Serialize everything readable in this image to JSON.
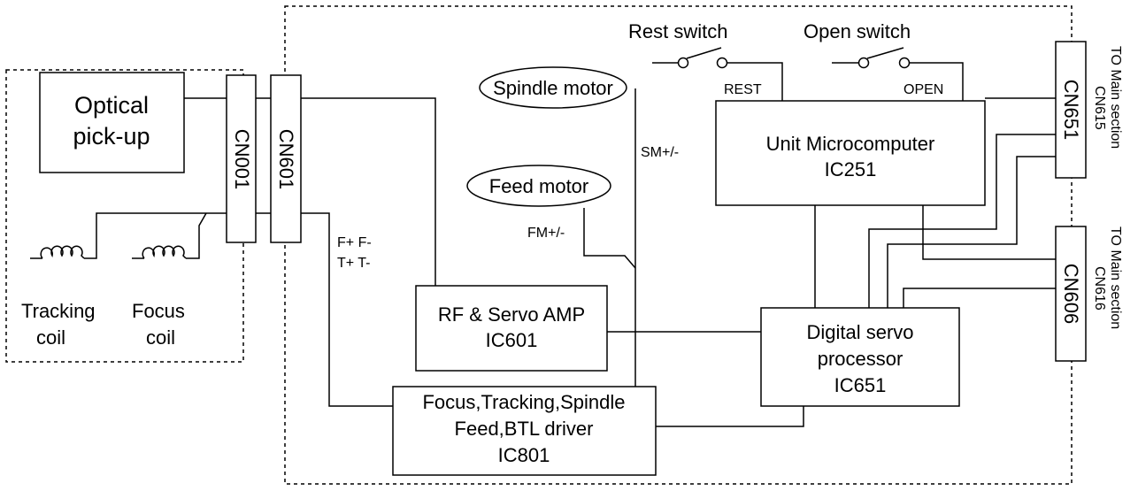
{
  "optical_pickup": [
    "Optical",
    "pick-up"
  ],
  "connectors": {
    "cn001": "CN001",
    "cn601": "CN601",
    "cn651": "CN651",
    "cn606": "CN606"
  },
  "coils": {
    "tracking": [
      "Tracking",
      "coil"
    ],
    "focus": [
      "Focus",
      "coil"
    ]
  },
  "motors": {
    "spindle": "Spindle motor",
    "feed": "Feed motor"
  },
  "switches": {
    "rest_title": "Rest switch",
    "open_title": "Open switch",
    "rest_tag": "REST",
    "open_tag": "OPEN"
  },
  "signals": {
    "sm": "SM+/-",
    "fm": "FM+/-",
    "f_pair": "F+ F-",
    "t_pair": "T+ T-"
  },
  "blocks": {
    "microcomputer": [
      "Unit Microcomputer",
      "IC251"
    ],
    "rf_amp": [
      "RF & Servo AMP",
      "IC601"
    ],
    "dsp": [
      "Digital servo",
      "processor",
      "IC651"
    ],
    "driver": [
      "Focus,Tracking,Spindle",
      "Feed,BTL driver",
      "IC801"
    ]
  },
  "destinations": {
    "top": [
      "TO Main section",
      "CN615"
    ],
    "bottom": [
      "TO Main section",
      "CN616"
    ]
  }
}
